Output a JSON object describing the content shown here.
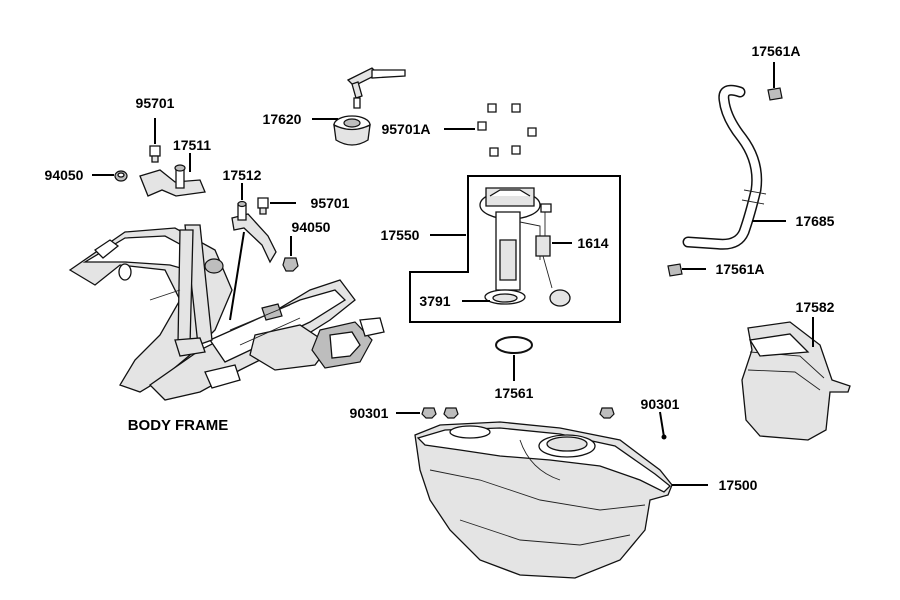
{
  "labels": {
    "l95701_top": "95701",
    "l17511": "17511",
    "l94050_left": "94050",
    "l17620": "17620",
    "l17512": "17512",
    "l95701_mid": "95701",
    "l94050_mid": "94050",
    "l95701a": "95701A",
    "l17550": "17550",
    "l1614": "1614",
    "l3791": "3791",
    "l17561": "17561",
    "l17561a_top": "17561A",
    "l17685": "17685",
    "l17561a_bot": "17561A",
    "l17582": "17582",
    "l90301_left": "90301",
    "l90301_right": "90301",
    "l17500": "17500",
    "body_frame": "BODY FRAME"
  }
}
